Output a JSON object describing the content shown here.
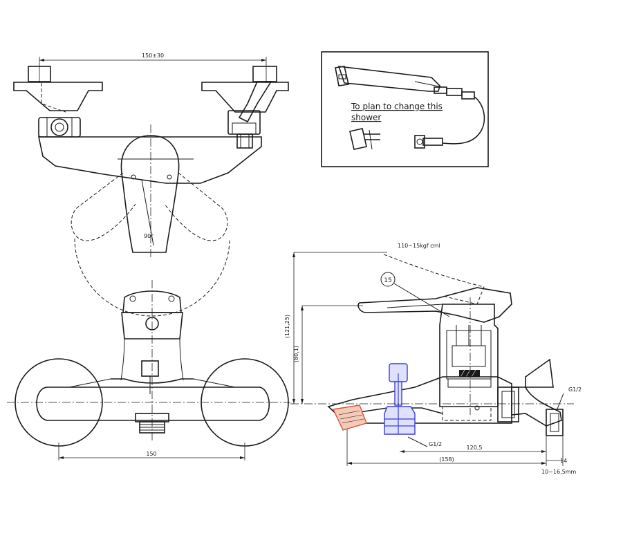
{
  "top_view": {
    "dim_width": "150±30",
    "angle_label": "90°"
  },
  "front_view": {
    "dim_width": "150"
  },
  "side_view": {
    "torque_label": "110~15kgf cml",
    "item_number": "15",
    "dim_height_outer": "(121,25)",
    "dim_height_inner": "(80,1)",
    "inlet_thread_right": "G1/2",
    "inlet_thread_left": "G1/2",
    "dim_depth": "120,5",
    "dim_total_depth": "(158)",
    "dim_wall_gap": "14",
    "dim_wall_range": "10~16,5mm"
  },
  "inset": {
    "note_line1": "To plan to change this",
    "note_line2": "shower"
  },
  "colors": {
    "line": "#1a1a1a",
    "cold_part": "#3b3fd0",
    "hot_part": "#d2553a"
  }
}
